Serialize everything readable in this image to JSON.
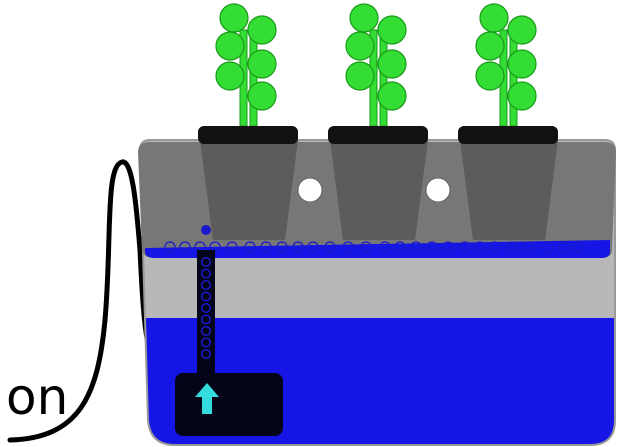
{
  "switch_label": "on",
  "colors": {
    "plant": "#33dd33",
    "water": "#1515e6",
    "water_deep": "#0b0bb8",
    "tank_body": "#b8b8b8",
    "lid": "#777777",
    "lid_dark": "#5c5c5c",
    "pot": "#111111",
    "pump": "#05051a",
    "arrow": "#33dddd",
    "cable": "#000000",
    "bubble": "#1a1acc"
  },
  "components": [
    "plant",
    "net-pot",
    "tank-lid",
    "reservoir-water",
    "air-tube",
    "air-pump",
    "power-cable"
  ],
  "plant_count": 3,
  "pump_state": "on"
}
